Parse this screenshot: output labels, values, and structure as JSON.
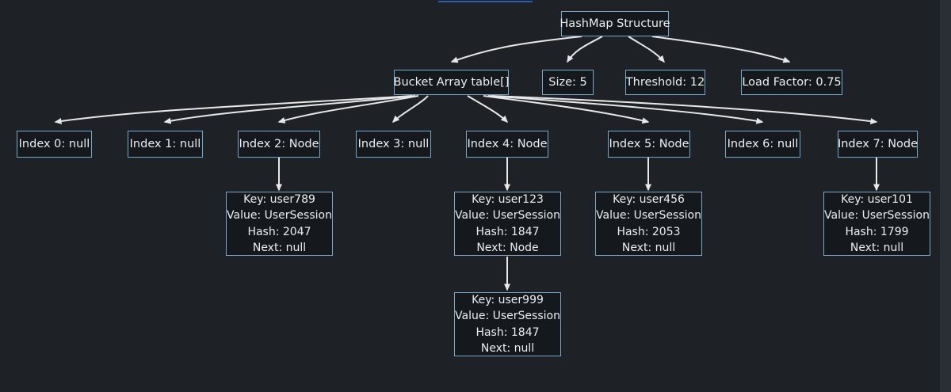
{
  "diagram": {
    "title": "HashMap Structure",
    "root": {
      "label": "HashMap Structure"
    },
    "properties": [
      {
        "label": "Bucket Array table[]"
      },
      {
        "label": "Size: 5"
      },
      {
        "label": "Threshold: 12"
      },
      {
        "label": "Load Factor: 0.75"
      }
    ],
    "buckets": [
      {
        "label": "Index 0: null"
      },
      {
        "label": "Index 1: null"
      },
      {
        "label": "Index 2: Node"
      },
      {
        "label": "Index 3: null"
      },
      {
        "label": "Index 4: Node"
      },
      {
        "label": "Index 5: Node"
      },
      {
        "label": "Index 6: null"
      },
      {
        "label": "Index 7: Node"
      }
    ],
    "nodes": [
      {
        "id": "node-user789",
        "key": "Key: user789",
        "value": "Value: UserSession",
        "hash": "Hash: 2047",
        "next": "Next: null"
      },
      {
        "id": "node-user123",
        "key": "Key: user123",
        "value": "Value: UserSession",
        "hash": "Hash: 1847",
        "next": "Next: Node"
      },
      {
        "id": "node-user456",
        "key": "Key: user456",
        "value": "Value: UserSession",
        "hash": "Hash: 2053",
        "next": "Next: null"
      },
      {
        "id": "node-user101",
        "key": "Key: user101",
        "value": "Value: UserSession",
        "hash": "Hash: 1799",
        "next": "Next: null"
      },
      {
        "id": "node-user999",
        "key": "Key: user999",
        "value": "Value: UserSession",
        "hash": "Hash: 1847",
        "next": "Next: null"
      }
    ],
    "colors": {
      "background": "#1e2227",
      "node_fill": "#15181c",
      "node_border": "#7ba7c7",
      "text": "#eceff1",
      "edge": "#e8e8e8",
      "accent_line": "#2d5ca8",
      "scrollbar_track": "#2a2e35"
    }
  }
}
